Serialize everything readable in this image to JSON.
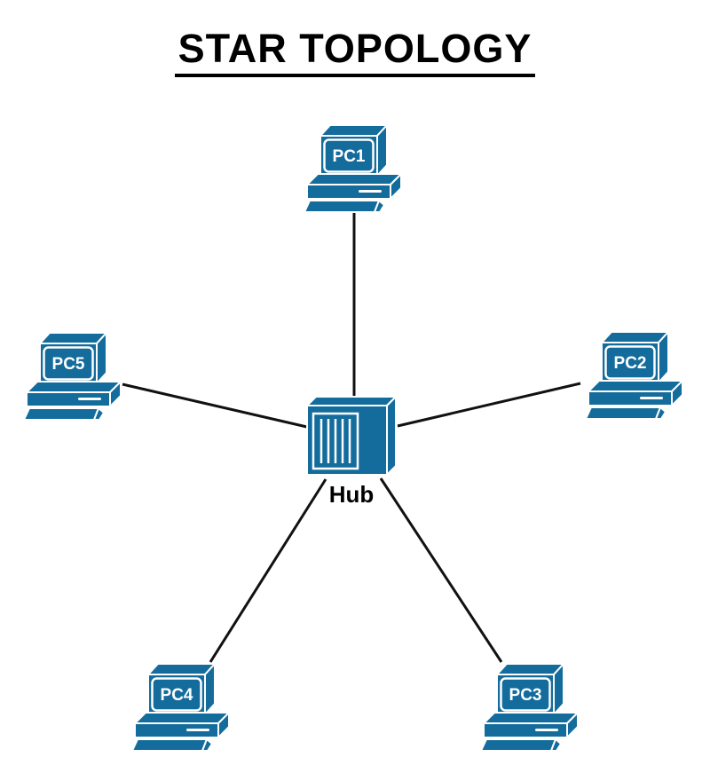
{
  "title": "STAR TOPOLOGY",
  "diagram_type": "star-topology-network",
  "nodes": {
    "hub": {
      "label": "Hub",
      "type": "hub"
    },
    "pc1": {
      "label": "PC1",
      "type": "computer"
    },
    "pc2": {
      "label": "PC2",
      "type": "computer"
    },
    "pc3": {
      "label": "PC3",
      "type": "computer"
    },
    "pc4": {
      "label": "PC4",
      "type": "computer"
    },
    "pc5": {
      "label": "PC5",
      "type": "computer"
    }
  },
  "connections": [
    {
      "from": "hub",
      "to": "pc1"
    },
    {
      "from": "hub",
      "to": "pc2"
    },
    {
      "from": "hub",
      "to": "pc3"
    },
    {
      "from": "hub",
      "to": "pc4"
    },
    {
      "from": "hub",
      "to": "pc5"
    }
  ],
  "colors": {
    "device_fill": "#146C9C",
    "device_edge": "#FFFFFF",
    "connection_line": "#111111",
    "text": "#000000",
    "background": "#FFFFFF"
  }
}
